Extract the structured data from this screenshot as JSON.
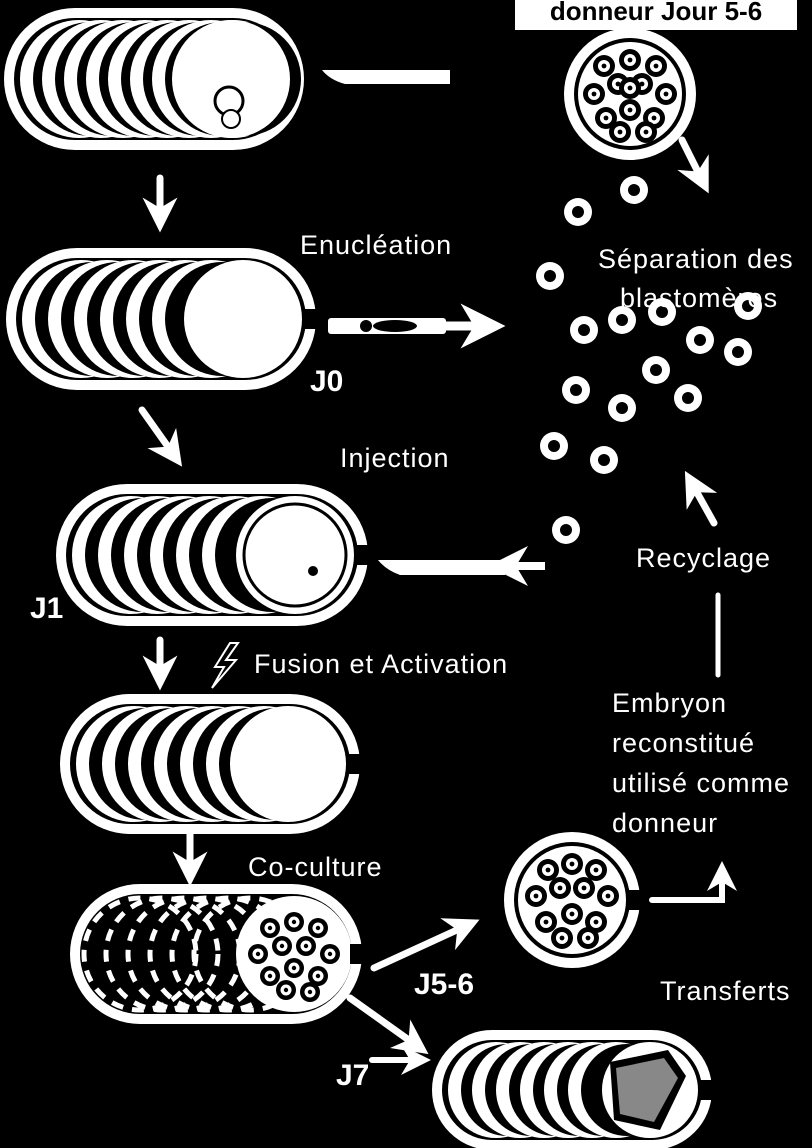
{
  "header": {
    "partial_title": "donneur Jour 5-6"
  },
  "labels": {
    "enucleation": "Enucléation",
    "j0": "J0",
    "injection": "Injection",
    "j1": "J1",
    "fusion": "Fusion et Activation",
    "coculture": "Co-culture",
    "j5_6": "J5-6",
    "j7": "J7",
    "transferts": "Transferts",
    "separation_line1": "Séparation des",
    "separation_line2": "blastomères",
    "recyclage": "Recyclage",
    "embryon_line1": "Embryon",
    "embryon_line2": "reconstitué",
    "embryon_line3": "utilisé comme",
    "embryon_line4": "donneur"
  },
  "colors": {
    "background": "#000000",
    "foreground": "#ffffff"
  }
}
